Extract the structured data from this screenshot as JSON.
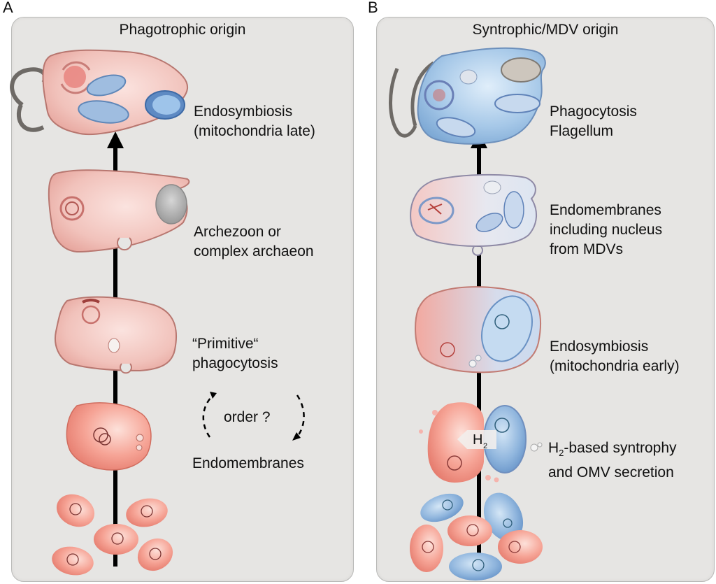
{
  "panels": [
    {
      "letter": "A",
      "title": "Phagotrophic origin",
      "stages": [
        {
          "label_lines": [
            "Endosymbiosis",
            "(mitochondria late)"
          ]
        },
        {
          "label_lines": [
            "Archezoon or",
            "complex archaeon"
          ]
        },
        {
          "label_lines": [
            "“Primitive“",
            "phagocytosis"
          ]
        },
        {
          "label_lines": [
            "Endomembranes"
          ]
        }
      ],
      "order_note": "order ?"
    },
    {
      "letter": "B",
      "title": "Syntrophic/MDV origin",
      "stages": [
        {
          "label_lines": [
            "Phagocytosis",
            "Flagellum"
          ]
        },
        {
          "label_lines": [
            "Endomembranes",
            "including nucleus",
            "from MDVs"
          ]
        },
        {
          "label_lines": [
            "Endosymbiosis",
            "(mitochondria early)"
          ]
        },
        {
          "label_lines": [
            "H",
            "-based syntrophy",
            "and OMV secretion"
          ],
          "subscript": "2"
        }
      ],
      "h2_arrow_label": "H",
      "h2_arrow_sub": "2"
    }
  ],
  "colors": {
    "panel_bg": "#e6e5e3",
    "archaea_pink": "#f29a8c",
    "host_pink": "#f3c6c0",
    "bacteria_blue": "#8db6dc",
    "eukaryote_blue": "#a9cbe8",
    "arrow": "#000000",
    "flagellum": "#6e6a66"
  }
}
